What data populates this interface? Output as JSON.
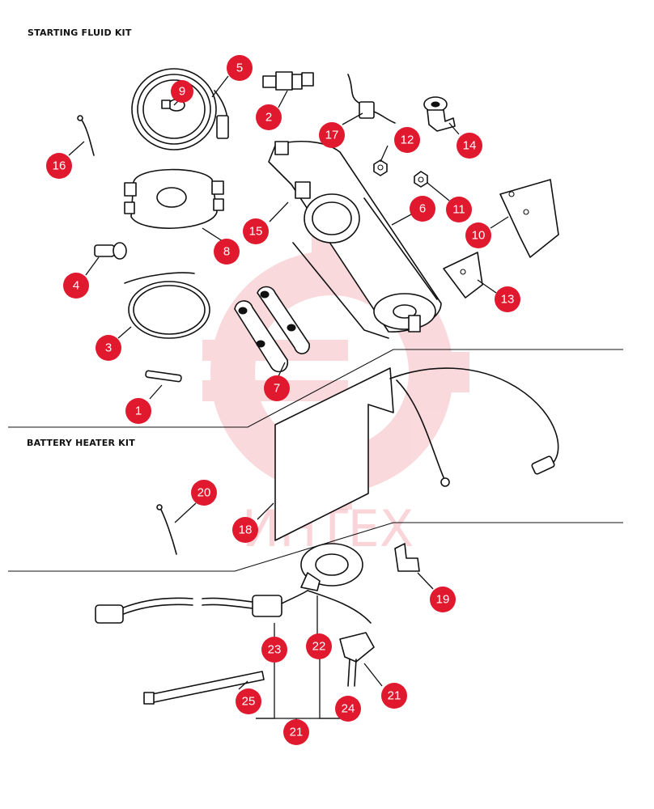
{
  "sections": {
    "starting_fluid_kit": "STARTING FLUID KIT",
    "battery_heater_kit": "BATTERY HEATER KIT"
  },
  "watermark": {
    "text": "ИНТЕХ",
    "color": "#e0192e"
  },
  "callout_color": "#e0192e",
  "callouts": {
    "c1": "1",
    "c2": "2",
    "c3": "3",
    "c4": "4",
    "c5": "5",
    "c6": "6",
    "c7": "7",
    "c8": "8",
    "c9": "9",
    "c10": "10",
    "c11": "11",
    "c12": "12",
    "c13": "13",
    "c14": "14",
    "c15": "15",
    "c16": "16",
    "c17": "17",
    "c18": "18",
    "c19": "19",
    "c20": "20",
    "c21a": "21",
    "c21b": "21",
    "c22": "22",
    "c23": "23",
    "c24": "24",
    "c25": "25"
  }
}
